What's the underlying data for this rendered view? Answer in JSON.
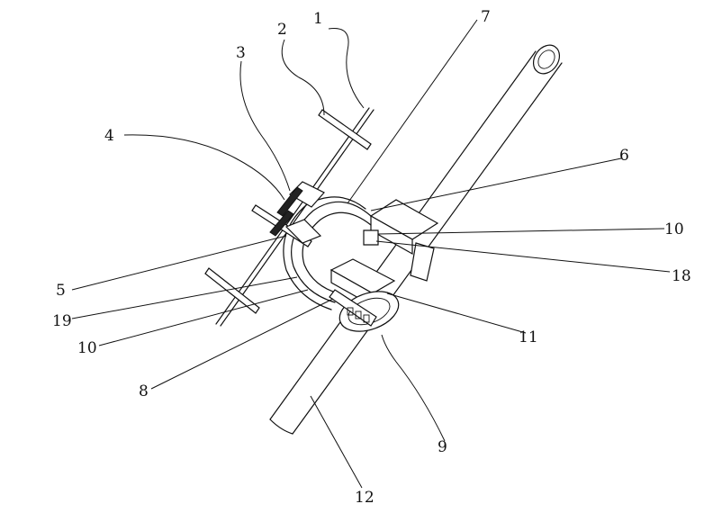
{
  "labels": {
    "l1": "1",
    "l2": "2",
    "l3": "3",
    "l4": "4",
    "l5": "5",
    "l6": "6",
    "l7": "7",
    "l8": "8",
    "l9": "9",
    "l10a": "10",
    "l10b": "10",
    "l11": "11",
    "l12": "12",
    "l18": "18",
    "l19": "19"
  }
}
